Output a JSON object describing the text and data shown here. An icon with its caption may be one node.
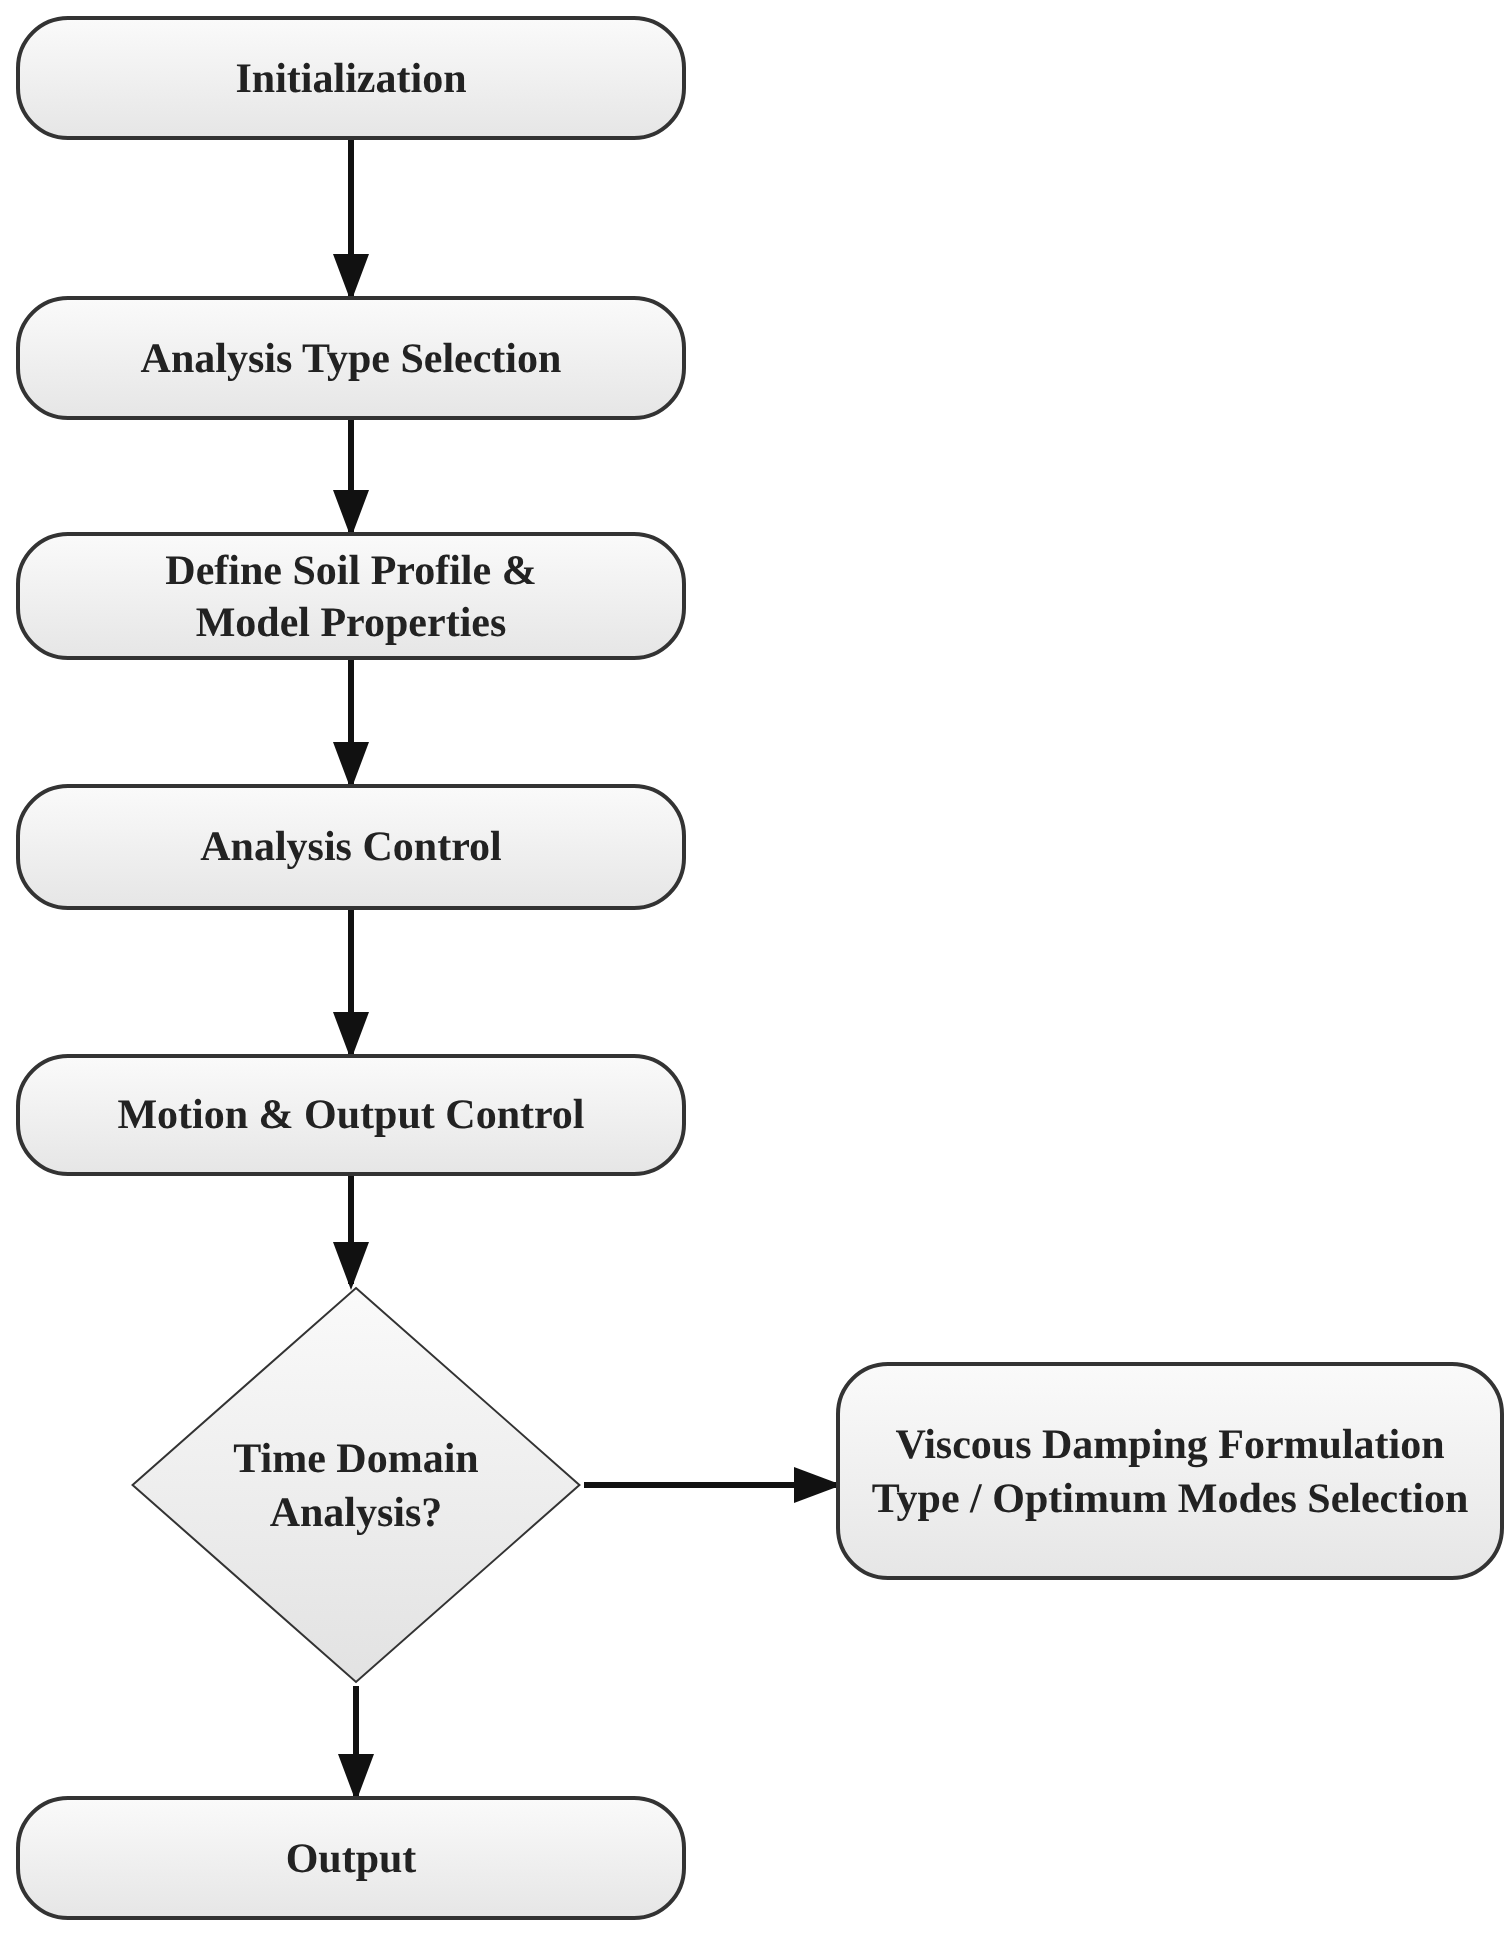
{
  "diagram": {
    "nodes": [
      {
        "text": [
          "Initialization"
        ]
      },
      {
        "text": [
          "Analysis Type Selection"
        ]
      },
      {
        "text": [
          "Define Soil Profile & Model Properties"
        ]
      },
      {
        "text": [
          "Analysis Control"
        ]
      },
      {
        "text": [
          "Motion & Output Control"
        ]
      },
      {
        "text": [
          "Time Domain Analysis?"
        ]
      },
      {
        "text": [
          "Viscous Damping Formulation Type / Optimum Modes Selection"
        ]
      },
      {
        "text": [
          "Output"
        ]
      }
    ],
    "edges": [
      {
        "from": 0,
        "to": 1,
        "arrow": "to"
      },
      {
        "from": 1,
        "to": 2,
        "arrow": "to"
      },
      {
        "from": 2,
        "to": 3,
        "arrow": "to"
      },
      {
        "from": 3,
        "to": 4,
        "arrow": "to"
      },
      {
        "from": 4,
        "to": 5,
        "arrow": "to"
      },
      {
        "from": 5,
        "to": 6,
        "arrow": "to"
      },
      {
        "from": 5,
        "to": 7,
        "arrow": "to"
      }
    ]
  }
}
